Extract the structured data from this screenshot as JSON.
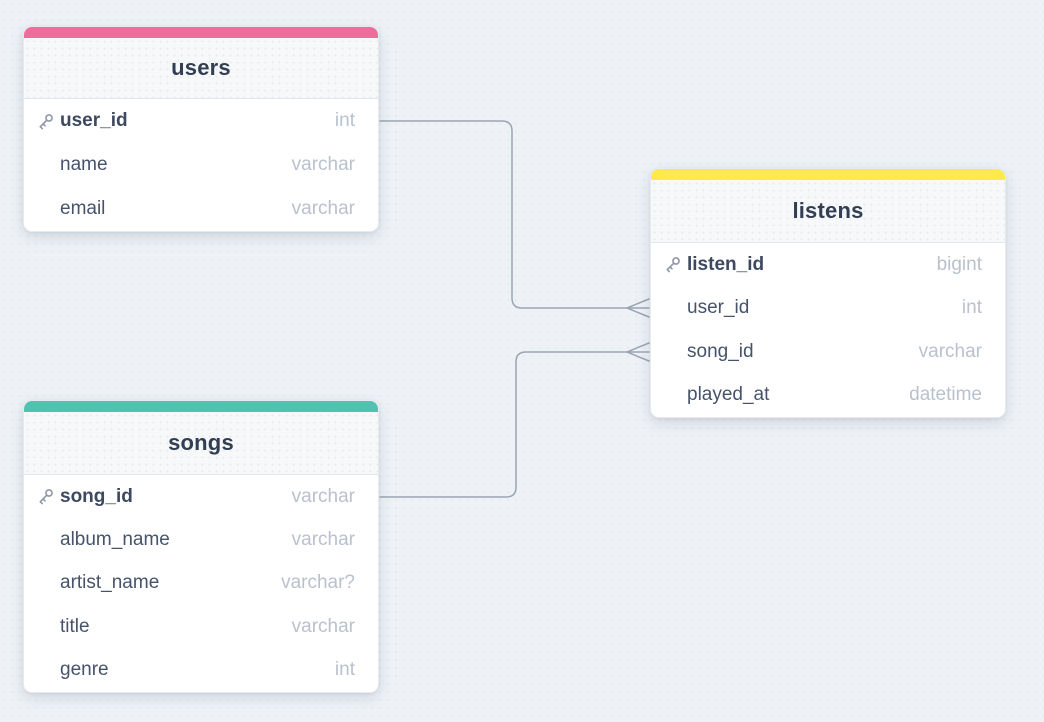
{
  "canvas": {
    "background_color": "#eef2f6",
    "relationship_line_color": "#9aa5b4"
  },
  "tables": {
    "users": {
      "name": "users",
      "accent_color": "#f06d9b",
      "fields": [
        {
          "name": "user_id",
          "type": "int",
          "primary_key": true
        },
        {
          "name": "name",
          "type": "varchar",
          "primary_key": false
        },
        {
          "name": "email",
          "type": "varchar",
          "primary_key": false
        }
      ]
    },
    "listens": {
      "name": "listens",
      "accent_color": "#ffe94e",
      "fields": [
        {
          "name": "listen_id",
          "type": "bigint",
          "primary_key": true
        },
        {
          "name": "user_id",
          "type": "int",
          "primary_key": false
        },
        {
          "name": "song_id",
          "type": "varchar",
          "primary_key": false
        },
        {
          "name": "played_at",
          "type": "datetime",
          "primary_key": false
        }
      ]
    },
    "songs": {
      "name": "songs",
      "accent_color": "#4fc3af",
      "fields": [
        {
          "name": "song_id",
          "type": "varchar",
          "primary_key": true
        },
        {
          "name": "album_name",
          "type": "varchar",
          "primary_key": false
        },
        {
          "name": "artist_name",
          "type": "varchar?",
          "primary_key": false
        },
        {
          "name": "title",
          "type": "varchar",
          "primary_key": false
        },
        {
          "name": "genre",
          "type": "int",
          "primary_key": false
        }
      ]
    }
  },
  "relationships": [
    {
      "from": "users.user_id",
      "to": "listens.user_id",
      "cardinality": "one-to-many"
    },
    {
      "from": "songs.song_id",
      "to": "listens.song_id",
      "cardinality": "one-to-many"
    }
  ]
}
